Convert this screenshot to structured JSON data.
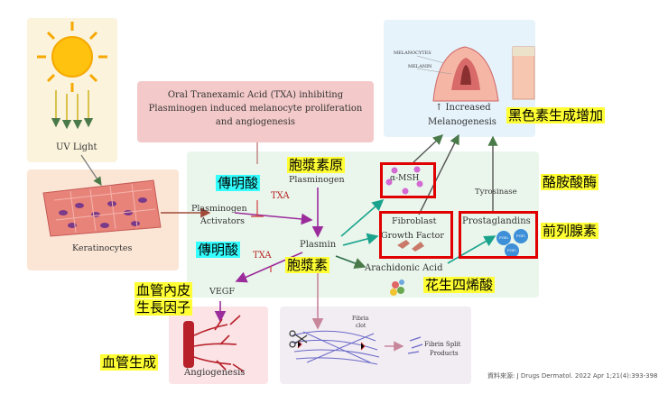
{
  "nodes": {
    "uv_light": "UV Light",
    "keratinocytes": "Keratinocytes",
    "txa_box": "Oral Tranexamic Acid (TXA) inhibiting Plasminogen induced melanocyte proliferation and angiogenesis",
    "plasminogen": "Plasminogen",
    "plasminogen_activators_1": "Plasminogen",
    "plasminogen_activators_2": "Activators",
    "txa_1": "TXA",
    "txa_2": "TXA",
    "plasmin": "Plasmin",
    "vegf": "VEGF",
    "arachidonic_acid": "Arachidonic Acid",
    "alpha_msh": "α-MSH",
    "fibroblast_1": "Fibroblast",
    "fibroblast_2": "Growth Factor",
    "prostaglandins": "Prostaglandins",
    "tyrosinase": "Tyrosinase",
    "increased_melanogenesis_1": "↑ Increased",
    "increased_melanogenesis_2": "Melanogenesis",
    "angiogenesis": "Angiogenesis",
    "fibrin_clot_1": "Fibrin",
    "fibrin_clot_2": "clot",
    "fibrin_split_1": "Fibrin Split",
    "fibrin_split_2": "Products",
    "melanocytes_small": "MELANOCYTES",
    "melanin_small": "MELANIN",
    "pgs": [
      "PGE₂",
      "PGF₂",
      "PGF₂"
    ]
  },
  "annotations": {
    "melanin_increase": "黑色素生成增加",
    "plasminogen_zh": "胞漿素原",
    "tranexamic_1": "傳明酸",
    "tranexamic_2": "傳明酸",
    "plasmin_zh": "胞漿素",
    "tyrosinase_zh": "酪胺酸酶",
    "prostaglandin_zh": "前列腺素",
    "arachidonic_zh": "花生四烯酸",
    "vegf_zh_1": "血管內皮",
    "vegf_zh_2": "生長因子",
    "angiogenesis_zh": "血管生成"
  },
  "citation": "資料來源: J Drugs Dermatol. 2022 Apr 1;21(4):393-398",
  "colors": {
    "highlight_yellow": "#ffff33",
    "highlight_cyan": "#33ffff",
    "red_frame": "#e00000",
    "green_panel": "#eaf6ec",
    "pink_box": "#f4c9c9",
    "sky_box": "#e6f3fb"
  }
}
